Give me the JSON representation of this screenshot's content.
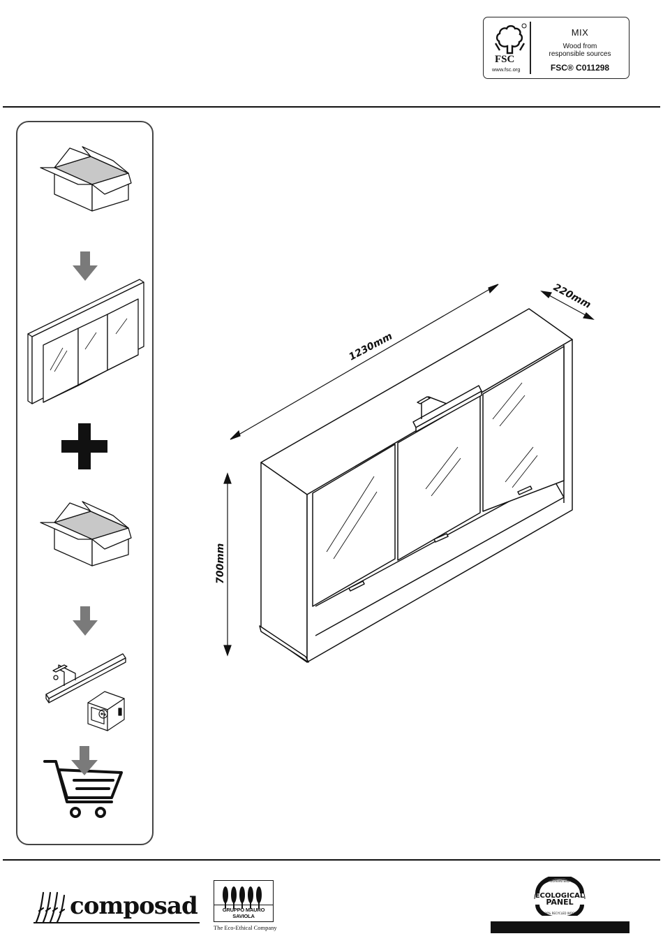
{
  "fsc": {
    "brand": "FSC",
    "url": "www.fsc.org",
    "category": "MIX",
    "line1": "Wood from",
    "line2": "responsible sources",
    "code": "FSC® C011298"
  },
  "dimensions": {
    "width": "1230mm",
    "depth": "220mm",
    "height": "700mm"
  },
  "footer": {
    "brand": "composad",
    "group_name": "GRUPPO MAURO SAVIOLA",
    "group_tagline": "The Eco-Ethical Company",
    "eco_badge_top": "ECOLOGICAL",
    "eco_badge_bottom": "PANEL",
    "eco_arc_top": "GUARANTEED",
    "eco_arc_bottom": "100% RECYCLED WOOD"
  },
  "colors": {
    "arrow_gray": "#7a7a7a",
    "box_inner_gray": "#c8c8c8",
    "line": "#111111"
  },
  "icons": [
    "fsc-tree-logo-icon",
    "open-box-icon",
    "cabinet-icon",
    "plus-icon",
    "open-box-icon",
    "down-arrow-icon",
    "lamp-icon",
    "socket-icon",
    "shopping-cart-icon"
  ]
}
